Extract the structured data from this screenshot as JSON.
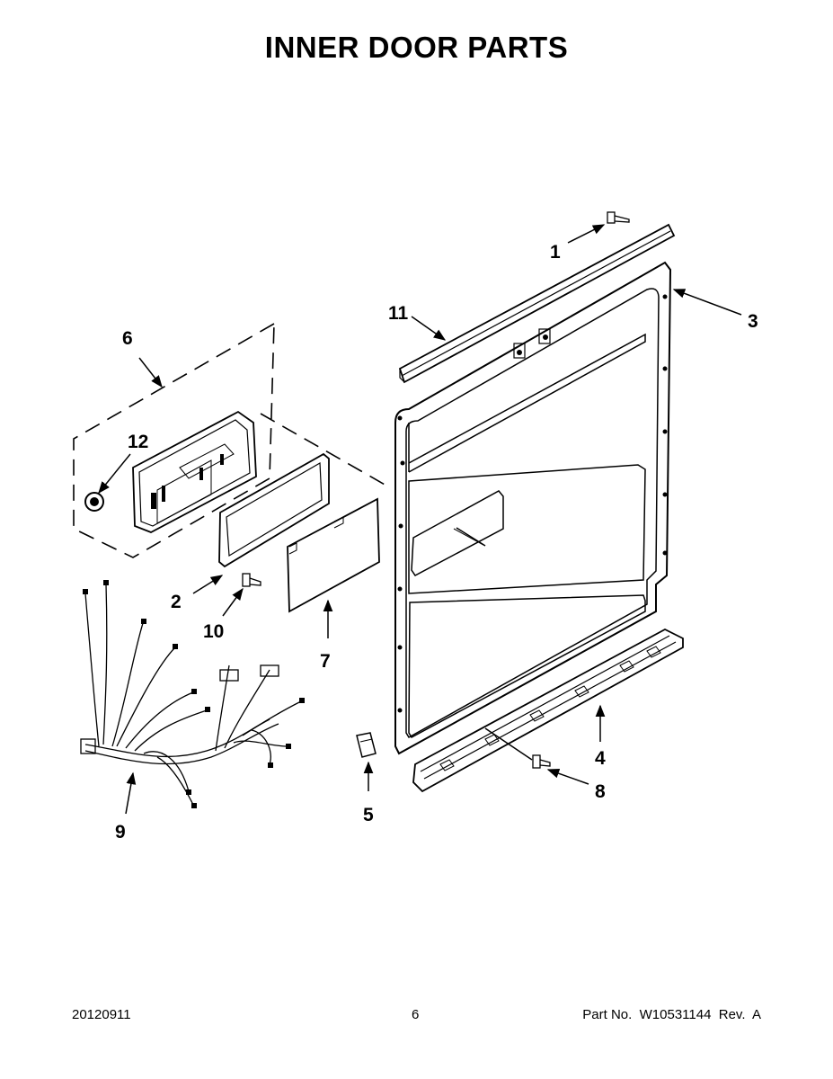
{
  "title": "INNER DOOR PARTS",
  "callouts": [
    {
      "id": "c1",
      "label": "1"
    },
    {
      "id": "c2",
      "label": "2"
    },
    {
      "id": "c3",
      "label": "3"
    },
    {
      "id": "c4",
      "label": "4"
    },
    {
      "id": "c5",
      "label": "5"
    },
    {
      "id": "c6",
      "label": "6"
    },
    {
      "id": "c7",
      "label": "7"
    },
    {
      "id": "c8",
      "label": "8"
    },
    {
      "id": "c9",
      "label": "9"
    },
    {
      "id": "c10",
      "label": "10"
    },
    {
      "id": "c11",
      "label": "11"
    },
    {
      "id": "c12",
      "label": "12"
    }
  ],
  "footer": {
    "date": "20120911",
    "page": "6",
    "part_number": "Part No.  W10531144  Rev.  A"
  }
}
